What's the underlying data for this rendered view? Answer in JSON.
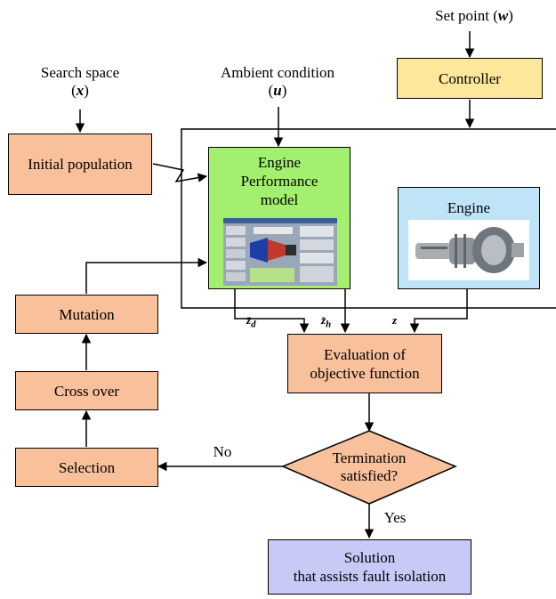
{
  "setpoint": {
    "label": "Set point (",
    "var": "w",
    "close": ")"
  },
  "search_space": {
    "line1": "Search space",
    "open": "(",
    "var": "x",
    "close": ")"
  },
  "ambient": {
    "line1": "Ambient condition",
    "open": "(",
    "var": "u",
    "close": ")"
  },
  "boxes": {
    "controller": "Controller",
    "initial_population": "Initial population",
    "engine_model_line1": "Engine",
    "engine_model_line2": "Performance",
    "engine_model_line3": "model",
    "engine": "Engine",
    "mutation": "Mutation",
    "crossover": "Cross over",
    "selection": "Selection",
    "objective_line1": "Evaluation of",
    "objective_line2": "objective function",
    "termination_line1": "Termination",
    "termination_line2": "satisfied?",
    "solution_line1": "Solution",
    "solution_line2": "that assists fault isolation"
  },
  "signals": {
    "zd": "z̄",
    "zd_sub": "d",
    "zh": "z̄",
    "zh_sub": "h",
    "z": "z"
  },
  "branches": {
    "no": "No",
    "yes": "Yes"
  },
  "colors": {
    "process_box": "#f8c19c",
    "controller": "#fde79a",
    "engine_model": "#a3f070",
    "engine": "#bfe3f7",
    "solution": "#c9c9f7"
  }
}
